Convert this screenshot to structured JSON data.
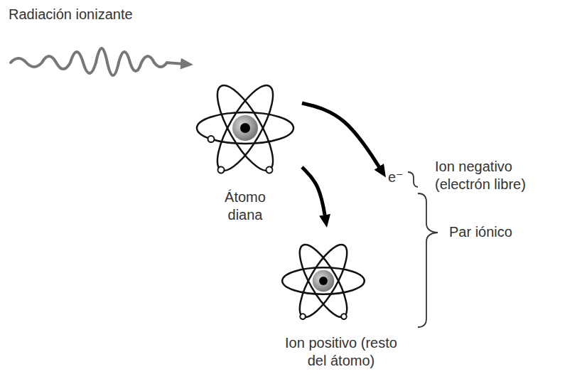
{
  "diagram": {
    "nodes": [
      {
        "text": [
          "Átomo diana"
        ]
      },
      {
        "text": [
          "e⁻"
        ]
      },
      {
        "text": [
          "Ion positivo (resto del átomo)"
        ]
      }
    ],
    "edges": [
      {
        "from": 0,
        "to": 1,
        "arrow": "to"
      },
      {
        "from": 0,
        "to": 2,
        "arrow": "to"
      }
    ],
    "labels": [
      "Radiación ionizante",
      "Ion negativo (electrón libre)",
      "Par iónico"
    ]
  }
}
